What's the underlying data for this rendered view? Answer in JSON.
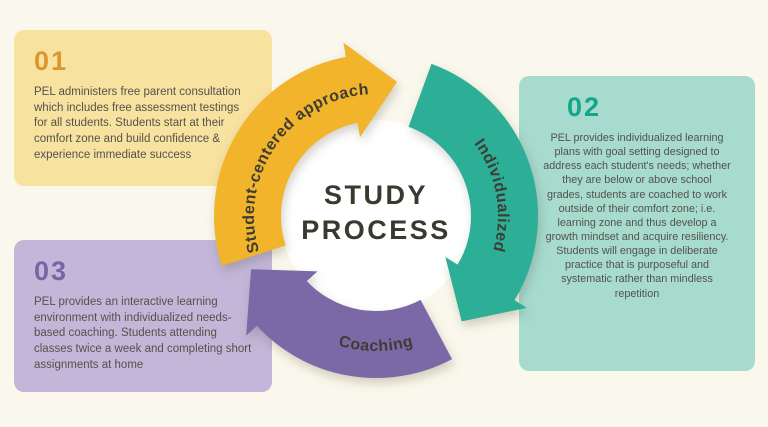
{
  "page": {
    "background_color": "#FAF8EC"
  },
  "diagram": {
    "title_line1": "STUDY",
    "title_line2": "PROCESS",
    "title_color": "#39392F",
    "inner_circle_color": "#FFFFFF",
    "arc_label_color": "#3E3D34",
    "arrows": [
      {
        "label": "Student-centered approach",
        "color": "#F1B42B"
      },
      {
        "label": "Individualized",
        "color": "#2CAE97"
      },
      {
        "label": "Coaching",
        "color": "#7B68A7"
      }
    ]
  },
  "steps": [
    {
      "number": "01",
      "accent_color": "#DA9630",
      "background_color": "#F8E2A0",
      "text": "PEL administers free parent consultation which includes free assessment testings for all students. Students start at their comfort zone and build confidence & experience immediate success"
    },
    {
      "number": "02",
      "accent_color": "#12A78D",
      "background_color": "#A6DBCE",
      "text": "PEL provides individualized learning plans with goal setting designed to address each student's needs; whether they are below or above school grades, students are coached to work outside of their comfort zone; i.e. learning zone and thus develop a growth mindset and acquire resiliency. Students will engage in deliberate practice that is purposeful and systematic rather than mindless repetition"
    },
    {
      "number": "03",
      "accent_color": "#7765A5",
      "background_color": "#C3B6D8",
      "text": "PEL provides an interactive learning environment with individualized needs-based coaching. Students attending classes twice a week and completing short assignments at home"
    }
  ]
}
